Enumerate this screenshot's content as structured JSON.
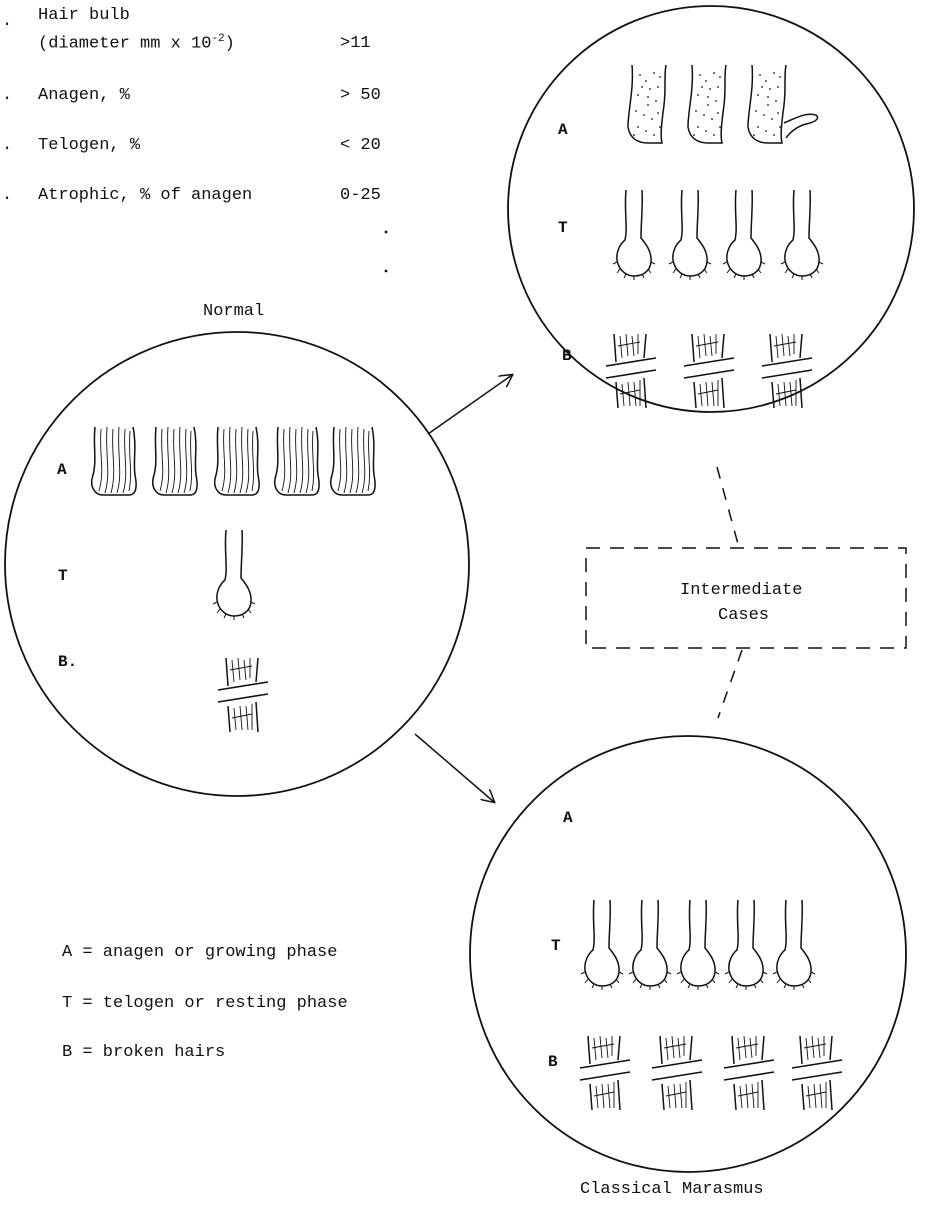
{
  "criteria": [
    {
      "bullet": ".",
      "label": "Hair bulb",
      "label2": "(diameter mm x 10",
      "exp": "-2",
      "label2_end": ")",
      "value": ">11"
    },
    {
      "bullet": ".",
      "label": "Anagen, %",
      "value": "> 50"
    },
    {
      "bullet": ".",
      "label": "Telogen, %",
      "value": "< 20"
    },
    {
      "bullet": ".",
      "label": "Atrophic, % of anagen",
      "value": "0-25"
    }
  ],
  "circles": {
    "normal": {
      "title": "Normal",
      "a": "A",
      "t": "T",
      "b": "B."
    },
    "intermediate_top": {
      "a": "A",
      "t": "T",
      "b": "B"
    },
    "marasmus": {
      "title": "Classical Marasmus",
      "a": "A",
      "t": "T",
      "b": "B"
    }
  },
  "intermediate_box": {
    "line1": "Intermediate",
    "line2": "Cases"
  },
  "legend": [
    "A = anagen or growing phase",
    "T = telogen or resting phase",
    "B = broken hairs"
  ],
  "colors": {
    "ink": "#111111",
    "background": "#ffffff"
  }
}
